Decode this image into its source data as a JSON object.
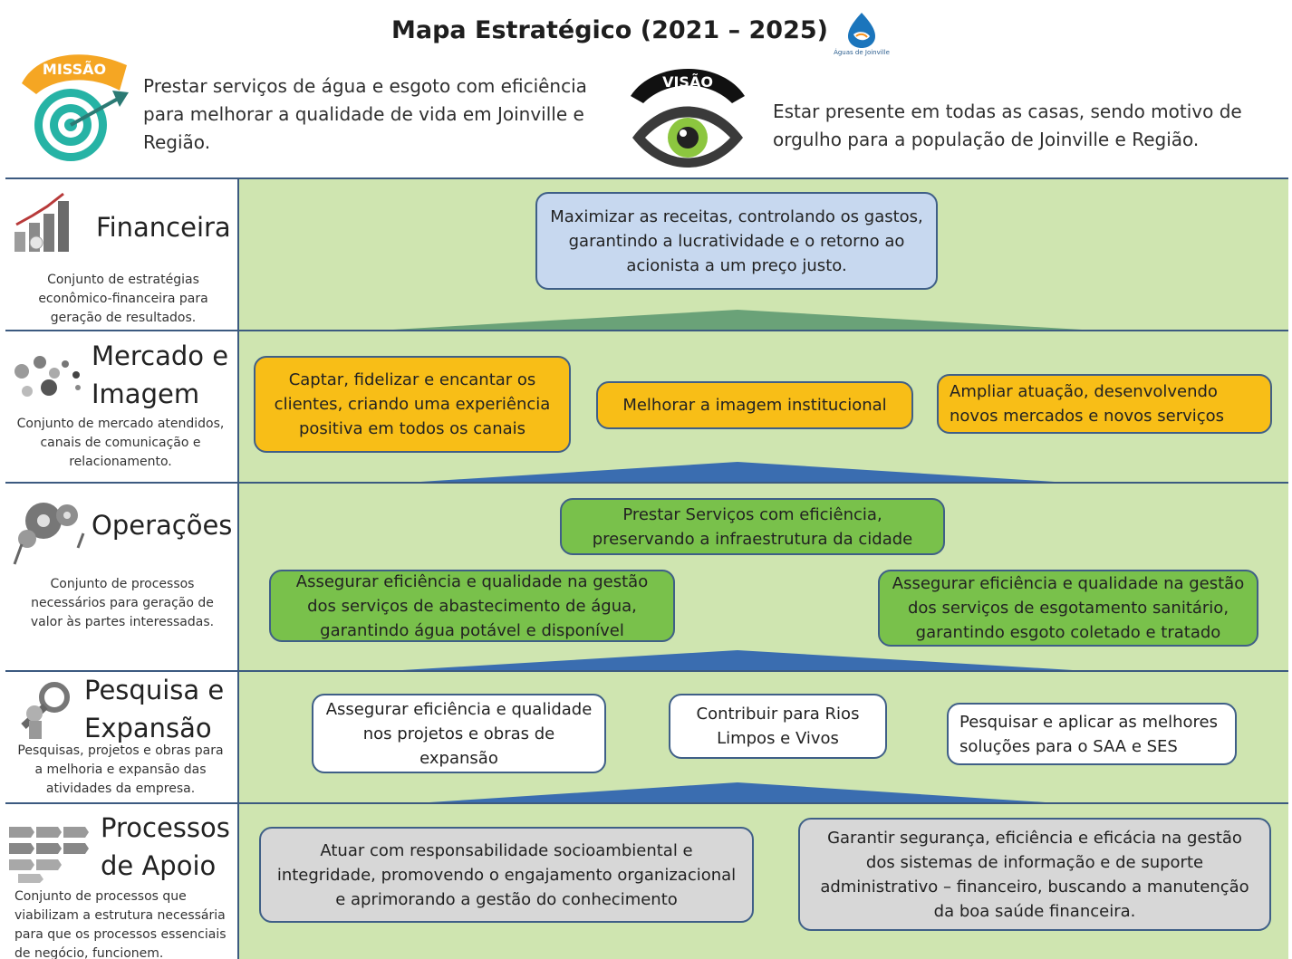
{
  "header": {
    "title": "Mapa Estratégico (2021 – 2025)",
    "logo_text": "Águas de Joinville",
    "missao": {
      "badge": "MISSÃO",
      "text": "Prestar serviços de água e esgoto com eficiência para melhorar a qualidade de vida em Joinville e Região."
    },
    "visao": {
      "badge": "VISÃO",
      "text": "Estar presente em todas as casas, sendo motivo de orgulho para a população de Joinville e Região."
    }
  },
  "perspectives": [
    {
      "title": "Financeira",
      "description": "Conjunto de estratégias econômico-financeira para geração de resultados.",
      "objectives": [
        "Maximizar as receitas, controlando os gastos, garantindo a lucratividade e o retorno ao acionista a um preço justo."
      ]
    },
    {
      "title": "Mercado e Imagem",
      "description": "Conjunto de mercado atendidos, canais de comunicação e relacionamento.",
      "objectives": [
        "Captar, fidelizar e encantar os clientes, criando uma experiência positiva em todos os canais",
        "Melhorar a imagem institucional",
        "Ampliar atuação, desenvolvendo novos mercados e novos serviços"
      ]
    },
    {
      "title": "Operações",
      "description": "Conjunto de processos necessários para geração de valor às partes interessadas.",
      "objectives": [
        "Prestar Serviços com eficiência, preservando a infraestrutura da cidade",
        "Assegurar eficiência e qualidade na gestão dos serviços de  abastecimento de água, garantindo água potável e disponível",
        "Assegurar eficiência e qualidade na gestão dos serviços de esgotamento sanitário, garantindo esgoto coletado e tratado"
      ]
    },
    {
      "title": "Pesquisa e Expansão",
      "description": "Pesquisas, projetos e obras para a melhoria e expansão das atividades da empresa.",
      "objectives": [
        "Assegurar eficiência e qualidade nos projetos e obras de expansão",
        "Contribuir para Rios Limpos e Vivos",
        "Pesquisar e aplicar as melhores soluções para o SAA e SES"
      ]
    },
    {
      "title": "Processos de Apoio",
      "description": "Conjunto de processos que viabilizam a estrutura necessária para que os processos essenciais de negócio, funcionem.",
      "objectives": [
        "Atuar com responsabilidade socioambiental e integridade, promovendo o engajamento organizacional e aprimorando a gestão do conhecimento",
        "Garantir segurança, eficiência e eficácia na gestão dos sistemas de informação e de suporte administrativo – financeiro, buscando a manutenção da boa saúde financeira."
      ]
    }
  ],
  "colors": {
    "band_green": "#cfe5b0",
    "border_navy": "#3c5a80",
    "arrow_blue": "#3a6db0",
    "arrow_green": "#6aa278",
    "obj_blue": "#c7d8ef",
    "obj_orange": "#f8be17",
    "obj_green": "#79c14b",
    "obj_white": "#ffffff",
    "obj_grey": "#d7d7d7"
  }
}
